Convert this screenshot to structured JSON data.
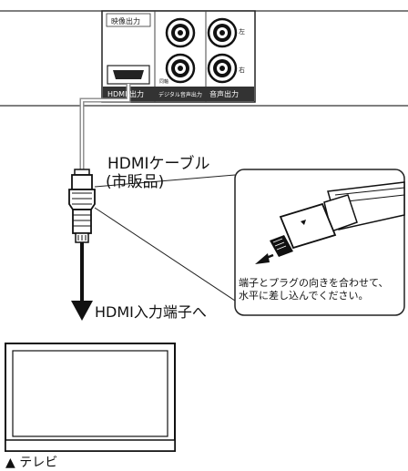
{
  "panel": {
    "video_out": "映像出力",
    "hdmi_out": "HDMI 出力",
    "digital_audio_out": "デジタル音声出力",
    "audio_out": "音声出力",
    "coax": "同軸",
    "left": "左",
    "right": "右"
  },
  "cable": {
    "title": "HDMIケーブル",
    "subtitle": "(市販品)"
  },
  "note": {
    "line1": "端子とプラグの向きを合わせて、",
    "line2": "水平に差し込んでください。"
  },
  "destination": "HDMI入力端子へ",
  "tv": {
    "label": "▲ テレビ"
  }
}
